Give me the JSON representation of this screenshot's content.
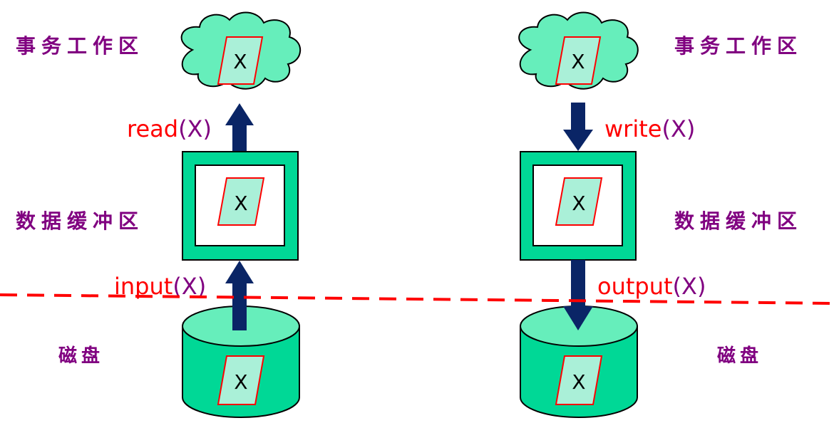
{
  "left": {
    "workspace_label": "事务工作区",
    "buffer_label": "数据缓冲区",
    "disk_label": "磁盘",
    "top_op": {
      "name": "read",
      "arg": "(X)"
    },
    "bottom_op": {
      "name": "input",
      "arg": "(X)"
    }
  },
  "right": {
    "workspace_label": "事务工作区",
    "buffer_label": "数据缓冲区",
    "disk_label": "磁盘",
    "top_op": {
      "name": "write",
      "arg": "(X)"
    },
    "bottom_op": {
      "name": "output",
      "arg": "(X)"
    }
  },
  "item_label": "X",
  "colors": {
    "cloud": "#66eebb",
    "box": "#00d896",
    "cylinder": "#00d896",
    "cylinder_top": "#66eebb",
    "arrow": "#0a2566",
    "dashed_line": "#ff0000",
    "item_fill": "#aaf0d8",
    "item_border": "#ff0000",
    "label": "#800080",
    "op_name": "#ff0000"
  }
}
